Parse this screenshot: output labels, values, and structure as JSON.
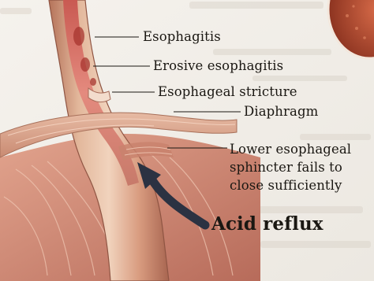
{
  "labels": {
    "esophagitis": "Esophagitis",
    "erosive_esophagitis": "Erosive esophagitis",
    "esophageal_stricture": "Esophageal stricture",
    "diaphragm": "Diaphragm",
    "les_line1": "Lower esophageal",
    "les_line2": "sphincter fails to",
    "les_line3": "close sufficiently",
    "acid_reflux": "Acid reflux"
  },
  "colors": {
    "page_background": "#f4f1ec",
    "esophagus_wall": "#c98f6f",
    "esophagus_lumen": "#c0574f",
    "diaphragm_muscle": "#d79a84",
    "stomach": "#c97e6e",
    "arrow": "#2b3242",
    "leader_line": "#1a1712",
    "tongue_inset": "#b34a32"
  },
  "icons": {
    "reflux_arrow": "curved-arrow-up-icon"
  }
}
